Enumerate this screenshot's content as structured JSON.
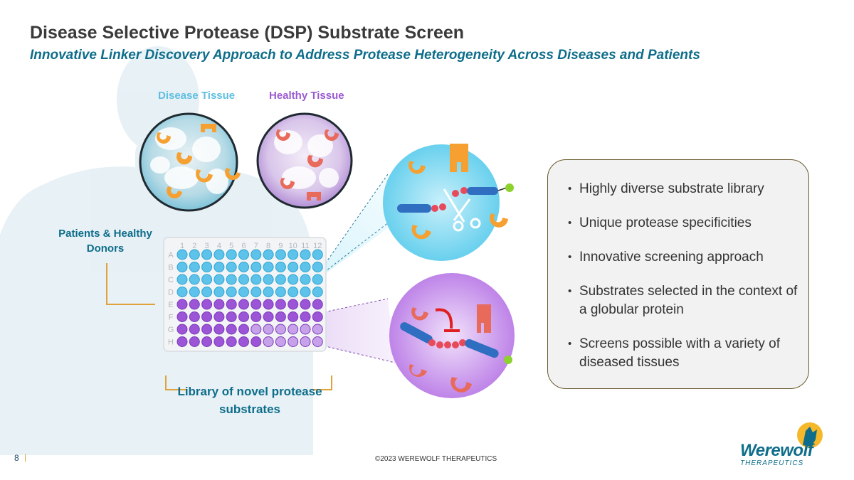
{
  "header": {
    "title": "Disease Selective Protease (DSP) Substrate Screen",
    "subtitle": "Innovative Linker Discovery Approach to Address Protease Heterogeneity Across Diseases and Patients"
  },
  "tissues": {
    "disease_label": "Disease Tissue",
    "healthy_label": "Healthy Tissue",
    "disease_color": "#5fbfe0",
    "healthy_color": "#9a5ad0"
  },
  "plate": {
    "patients_label": "Patients & Healthy Donors",
    "library_label": "Library of novel protease substrates",
    "columns": [
      "1",
      "2",
      "3",
      "4",
      "5",
      "6",
      "7",
      "8",
      "9",
      "10",
      "11",
      "12"
    ],
    "rows": [
      "A",
      "B",
      "C",
      "D",
      "E",
      "F",
      "G",
      "H"
    ],
    "disease_rows": [
      "A",
      "B",
      "C",
      "D"
    ],
    "healthy_rows": [
      "E",
      "F",
      "G",
      "H"
    ]
  },
  "bullets": [
    "Highly diverse substrate library",
    "Unique protease specificities",
    "Innovative screening approach",
    "Substrates selected in the context of a globular protein",
    "Screens possible with a variety of diseased tissues"
  ],
  "footer": {
    "page_number": "8",
    "separator": "|",
    "copyright": "©2023 WEREWOLF THERAPEUTICS",
    "logo_name": "Werewolf",
    "logo_sub": "THERAPEUTICS"
  },
  "colors": {
    "accent_teal": "#0e6d8a",
    "accent_gold": "#e0a23a",
    "protease_orange": "#f5a030",
    "protease_red": "#e86a5a"
  }
}
